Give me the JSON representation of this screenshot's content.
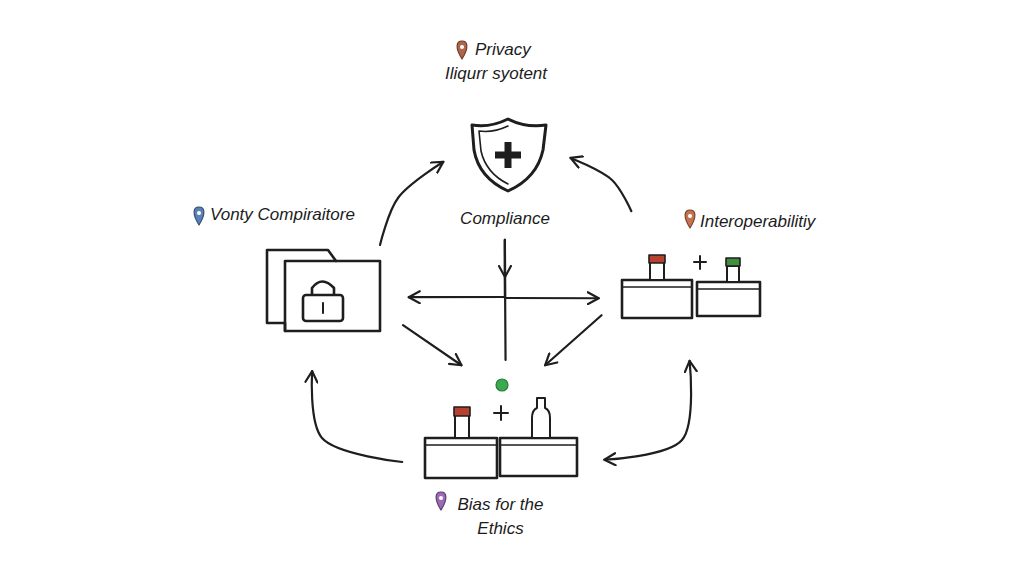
{
  "diagram": {
    "nodes": [
      {
        "text": [
          "Privacy Iliqurr syotent",
          "Compliance"
        ]
      },
      {
        "text": [
          "Vonty Compiraitore"
        ]
      },
      {
        "text": [
          "Interoperabilitiy"
        ]
      },
      {
        "text": [
          "Bias for the Ethics"
        ]
      }
    ],
    "edges": [
      {
        "from": 1,
        "to": 0,
        "arrow": "to"
      },
      {
        "from": 2,
        "to": 0,
        "arrow": "to"
      },
      {
        "from": 0,
        "to": 3,
        "arrow": "to"
      },
      {
        "from": 0,
        "to": 1,
        "arrow": "to"
      },
      {
        "from": 0,
        "to": 2,
        "arrow": "to"
      },
      {
        "from": 1,
        "to": 3,
        "arrow": "to"
      },
      {
        "from": 2,
        "to": 3,
        "arrow": "to"
      },
      {
        "from": 3,
        "to": 1,
        "arrow": "to"
      },
      {
        "from": 3,
        "to": 2,
        "arrow": "both"
      }
    ]
  }
}
